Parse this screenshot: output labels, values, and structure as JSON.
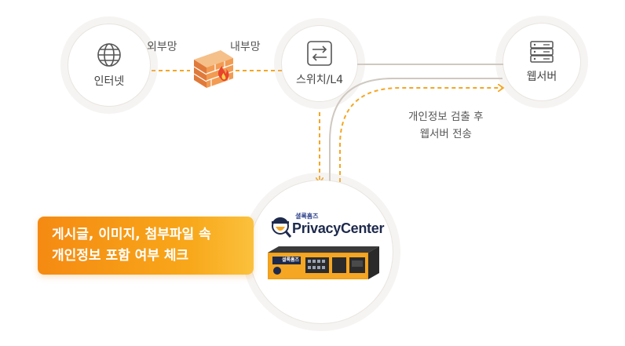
{
  "nodes": {
    "internet": {
      "label": "인터넷",
      "icon": "globe-icon"
    },
    "switch": {
      "label": "스위치/L4",
      "icon": "switch-icon"
    },
    "web_server": {
      "label": "웹서버",
      "icon": "server-icon"
    },
    "privacy_center": {
      "brand_small": "셜록홈즈",
      "brand": "PrivacyCenter",
      "icon": "detective-icon",
      "device_brand": "셜록홈즈"
    }
  },
  "edge_labels": {
    "outer_net": "외부망",
    "inner_net": "내부망",
    "after_check_line1": "개인정보 검출 후",
    "after_check_line2": "웹서버 전송"
  },
  "firewall": {
    "icon": "firewall-icon"
  },
  "callout": {
    "line1": "게시글, 이미지, 첨부파일 속",
    "line2": "개인정보 포함 여부 체크"
  },
  "colors": {
    "accent_orange": "#f5a623",
    "dashed_line": "#f5a623",
    "solid_line": "#cfc8c0",
    "node_halo": "#ece6e0",
    "brand_navy": "#1e2a4c"
  }
}
